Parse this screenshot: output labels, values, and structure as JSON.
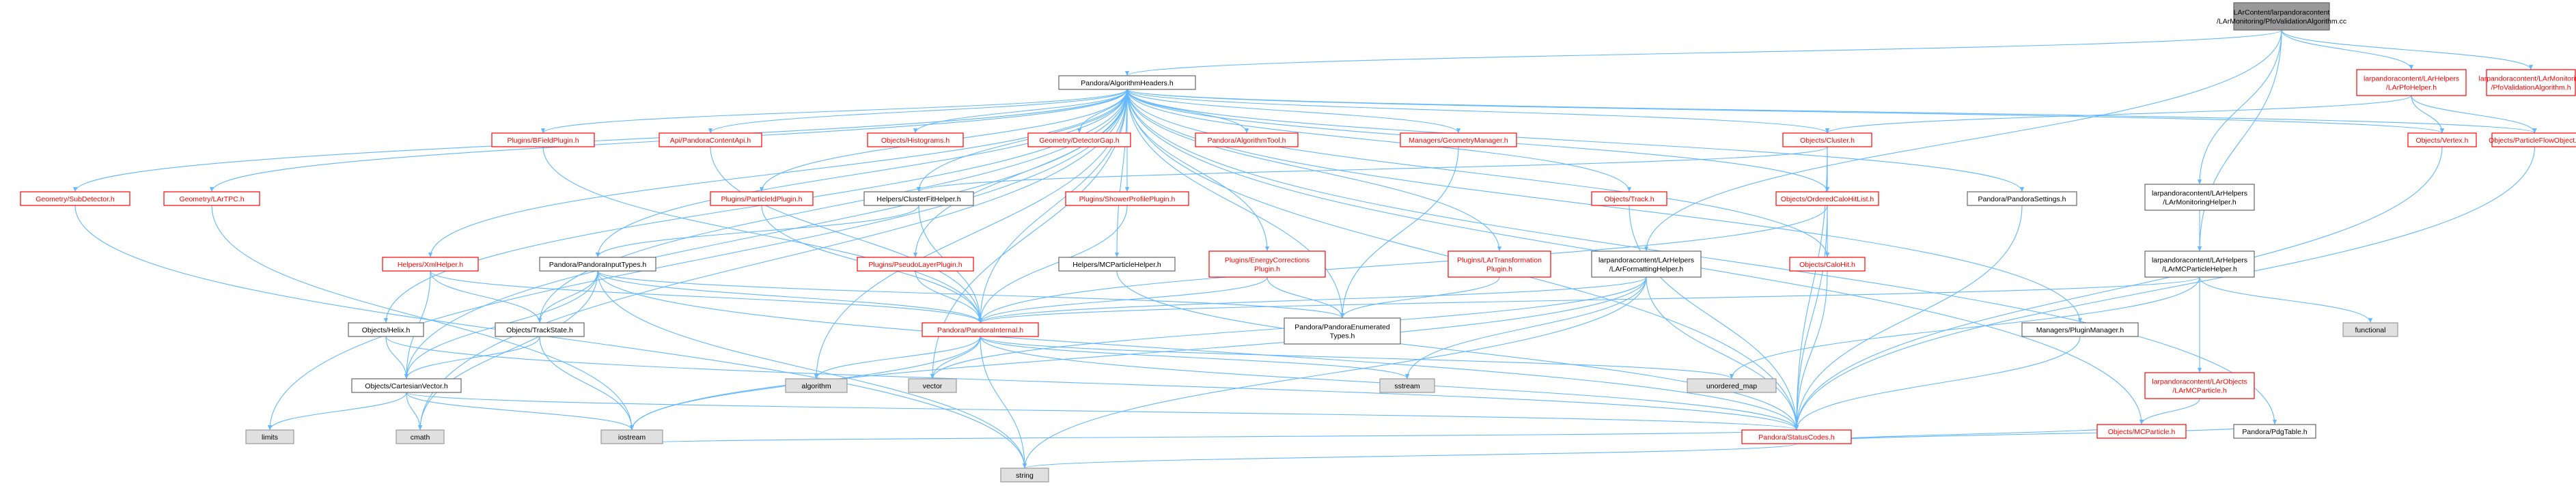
{
  "colors": {
    "edge": "#63b8ff",
    "root_fill": "#999999",
    "root_text": "#000000",
    "project_fill": "#ffffff",
    "project_stroke": "#666666",
    "incomplete_stroke": "#ff0000",
    "incomplete_text": "#ff0000",
    "system_fill": "#e0e0e0",
    "system_stroke": "#999999"
  },
  "nodes": [
    {
      "id": "root",
      "kind": "root",
      "lines": [
        "LArContent/larpandoracontent",
        "/LArMonitoring/PfoValidationAlgorithm.cc"
      ]
    },
    {
      "id": "pah",
      "kind": "project",
      "lines": [
        "Pandora/AlgorithmHeaders.h"
      ]
    },
    {
      "id": "lph",
      "kind": "incomplete",
      "lines": [
        "larpandoracontent/LArHelpers",
        "/LArPfoHelper.h"
      ]
    },
    {
      "id": "pva",
      "kind": "incomplete",
      "lines": [
        "larpandoracontent/LArMonitoring",
        "/PfoValidationAlgorithm.h"
      ]
    },
    {
      "id": "sub",
      "kind": "incomplete",
      "lines": [
        "Geometry/SubDetector.h"
      ]
    },
    {
      "id": "tpc",
      "kind": "incomplete",
      "lines": [
        "Geometry/LArTPC.h"
      ]
    },
    {
      "id": "bfp",
      "kind": "incomplete",
      "lines": [
        "Plugins/BFieldPlugin.h"
      ]
    },
    {
      "id": "api",
      "kind": "incomplete",
      "lines": [
        "Api/PandoraContentApi.h"
      ]
    },
    {
      "id": "his",
      "kind": "incomplete",
      "lines": [
        "Objects/Histograms.h"
      ]
    },
    {
      "id": "gap",
      "kind": "incomplete",
      "lines": [
        "Geometry/DetectorGap.h"
      ]
    },
    {
      "id": "alt",
      "kind": "incomplete",
      "lines": [
        "Pandora/AlgorithmTool.h"
      ]
    },
    {
      "id": "gmm",
      "kind": "incomplete",
      "lines": [
        "Managers/GeometryManager.h"
      ]
    },
    {
      "id": "clu",
      "kind": "incomplete",
      "lines": [
        "Objects/Cluster.h"
      ]
    },
    {
      "id": "vtx",
      "kind": "incomplete",
      "lines": [
        "Objects/Vertex.h"
      ]
    },
    {
      "id": "pfo",
      "kind": "incomplete",
      "lines": [
        "Objects/ParticleFlowObject.h"
      ]
    },
    {
      "id": "pip",
      "kind": "incomplete",
      "lines": [
        "Plugins/ParticleIdPlugin.h"
      ]
    },
    {
      "id": "cfh",
      "kind": "project",
      "lines": [
        "Helpers/ClusterFitHelper.h"
      ]
    },
    {
      "id": "spp",
      "kind": "incomplete",
      "lines": [
        "Plugins/ShowerProfilePlugin.h"
      ]
    },
    {
      "id": "trk",
      "kind": "incomplete",
      "lines": [
        "Objects/Track.h"
      ]
    },
    {
      "id": "och",
      "kind": "incomplete",
      "lines": [
        "Objects/OrderedCaloHitList.h"
      ]
    },
    {
      "id": "pps",
      "kind": "project",
      "lines": [
        "Pandora/PandoraSettings.h"
      ]
    },
    {
      "id": "lmh",
      "kind": "project",
      "lines": [
        "larpandoracontent/LArHelpers",
        "/LArMonitoringHelper.h"
      ]
    },
    {
      "id": "xml",
      "kind": "incomplete",
      "lines": [
        "Helpers/XmlHelper.h"
      ]
    },
    {
      "id": "pit",
      "kind": "project",
      "lines": [
        "Pandora/PandoraInputTypes.h"
      ]
    },
    {
      "id": "plp",
      "kind": "incomplete",
      "lines": [
        "Plugins/PseudoLayerPlugin.h"
      ]
    },
    {
      "id": "mcph",
      "kind": "project",
      "lines": [
        "Helpers/MCParticleHelper.h"
      ]
    },
    {
      "id": "ecp",
      "kind": "incomplete",
      "lines": [
        "Plugins/EnergyCorrections",
        "Plugin.h"
      ]
    },
    {
      "id": "ltp",
      "kind": "incomplete",
      "lines": [
        "Plugins/LArTransformation",
        "Plugin.h"
      ]
    },
    {
      "id": "lfh",
      "kind": "project",
      "lines": [
        "larpandoracontent/LArHelpers",
        "/LArFormattingHelper.h"
      ]
    },
    {
      "id": "cah",
      "kind": "incomplete",
      "lines": [
        "Objects/CaloHit.h"
      ]
    },
    {
      "id": "lmcp",
      "kind": "project",
      "lines": [
        "larpandoracontent/LArHelpers",
        "/LArMCParticleHelper.h"
      ]
    },
    {
      "id": "hlx",
      "kind": "project",
      "lines": [
        "Objects/Helix.h"
      ]
    },
    {
      "id": "tst",
      "kind": "project",
      "lines": [
        "Objects/TrackState.h"
      ]
    },
    {
      "id": "pin",
      "kind": "incomplete",
      "lines": [
        "Pandora/PandoraInternal.h"
      ]
    },
    {
      "id": "pet",
      "kind": "project",
      "lines": [
        "Pandora/PandoraEnumerated",
        "Types.h"
      ]
    },
    {
      "id": "pmm",
      "kind": "project",
      "lines": [
        "Managers/PluginManager.h"
      ]
    },
    {
      "id": "lmo",
      "kind": "incomplete",
      "lines": [
        "larpandoracontent/LArObjects",
        "/LArMCParticle.h"
      ]
    },
    {
      "id": "fun",
      "kind": "system",
      "lines": [
        "functional"
      ]
    },
    {
      "id": "alg",
      "kind": "system",
      "lines": [
        "algorithm"
      ]
    },
    {
      "id": "vec",
      "kind": "system",
      "lines": [
        "vector"
      ]
    },
    {
      "id": "sst",
      "kind": "system",
      "lines": [
        "sstream"
      ]
    },
    {
      "id": "umap",
      "kind": "system",
      "lines": [
        "unordered_map"
      ]
    },
    {
      "id": "cv",
      "kind": "project",
      "lines": [
        "Objects/CartesianVector.h"
      ]
    },
    {
      "id": "mcp",
      "kind": "incomplete",
      "lines": [
        "Objects/MCParticle.h"
      ]
    },
    {
      "id": "ppt",
      "kind": "project",
      "lines": [
        "Pandora/PdgTable.h"
      ]
    },
    {
      "id": "lim",
      "kind": "system",
      "lines": [
        "limits"
      ]
    },
    {
      "id": "cma",
      "kind": "system",
      "lines": [
        "cmath"
      ]
    },
    {
      "id": "ios",
      "kind": "system",
      "lines": [
        "iostream"
      ]
    },
    {
      "id": "psc",
      "kind": "incomplete",
      "lines": [
        "Pandora/StatusCodes.h"
      ]
    },
    {
      "id": "str",
      "kind": "system",
      "lines": [
        "string"
      ]
    }
  ],
  "edges": [
    [
      "root",
      "pah"
    ],
    [
      "root",
      "lph"
    ],
    [
      "root",
      "pva"
    ],
    [
      "root",
      "lmh"
    ],
    [
      "root",
      "lfh"
    ],
    [
      "root",
      "lmcp"
    ],
    [
      "pah",
      "sub"
    ],
    [
      "pah",
      "tpc"
    ],
    [
      "pah",
      "bfp"
    ],
    [
      "pah",
      "api"
    ],
    [
      "pah",
      "his"
    ],
    [
      "pah",
      "gap"
    ],
    [
      "pah",
      "alt"
    ],
    [
      "pah",
      "gmm"
    ],
    [
      "pah",
      "clu"
    ],
    [
      "pah",
      "vtx"
    ],
    [
      "pah",
      "pfo"
    ],
    [
      "pah",
      "pip"
    ],
    [
      "pah",
      "cfh"
    ],
    [
      "pah",
      "spp"
    ],
    [
      "pah",
      "trk"
    ],
    [
      "pah",
      "och"
    ],
    [
      "pah",
      "pps"
    ],
    [
      "pah",
      "xml"
    ],
    [
      "pah",
      "pit"
    ],
    [
      "pah",
      "plp"
    ],
    [
      "pah",
      "mcph"
    ],
    [
      "pah",
      "ecp"
    ],
    [
      "pah",
      "ltp"
    ],
    [
      "pah",
      "cah"
    ],
    [
      "pah",
      "hlx"
    ],
    [
      "pah",
      "tst"
    ],
    [
      "pah",
      "pin"
    ],
    [
      "pah",
      "pet"
    ],
    [
      "pah",
      "pmm"
    ],
    [
      "pah",
      "cv"
    ],
    [
      "pah",
      "mcp"
    ],
    [
      "pah",
      "ppt"
    ],
    [
      "pah",
      "lim"
    ],
    [
      "pah",
      "cma"
    ],
    [
      "pah",
      "psc"
    ],
    [
      "pah",
      "alg"
    ],
    [
      "pah",
      "vec"
    ],
    [
      "lph",
      "clu"
    ],
    [
      "lph",
      "vtx"
    ],
    [
      "lph",
      "pfo"
    ],
    [
      "sub",
      "str"
    ],
    [
      "tpc",
      "ios"
    ],
    [
      "bfp",
      "pin"
    ],
    [
      "api",
      "pin"
    ],
    [
      "pip",
      "pin"
    ],
    [
      "spp",
      "pin"
    ],
    [
      "plp",
      "pin"
    ],
    [
      "ecp",
      "pin"
    ],
    [
      "ltp",
      "pet"
    ],
    [
      "ecp",
      "pet"
    ],
    [
      "gmm",
      "pet"
    ],
    [
      "cfh",
      "pit"
    ],
    [
      "cfh",
      "pin"
    ],
    [
      "clu",
      "cfh"
    ],
    [
      "clu",
      "och"
    ],
    [
      "clu",
      "psc"
    ],
    [
      "och",
      "cah"
    ],
    [
      "och",
      "pin"
    ],
    [
      "och",
      "psc"
    ],
    [
      "trk",
      "psc"
    ],
    [
      "pps",
      "psc"
    ],
    [
      "cah",
      "psc"
    ],
    [
      "vtx",
      "psc"
    ],
    [
      "pfo",
      "psc"
    ],
    [
      "lmh",
      "lmcp"
    ],
    [
      "lmcp",
      "lmo"
    ],
    [
      "lmcp",
      "fun"
    ],
    [
      "lmcp",
      "pin"
    ],
    [
      "lmcp",
      "umap"
    ],
    [
      "lmo",
      "mcp"
    ],
    [
      "xml",
      "pin"
    ],
    [
      "xml",
      "tst"
    ],
    [
      "xml",
      "cv"
    ],
    [
      "pit",
      "pin"
    ],
    [
      "pit",
      "cv"
    ],
    [
      "pit",
      "tst"
    ],
    [
      "pit",
      "pet"
    ],
    [
      "pit",
      "cma"
    ],
    [
      "pit",
      "str"
    ],
    [
      "pit",
      "psc"
    ],
    [
      "mcph",
      "psc"
    ],
    [
      "lfh",
      "pin"
    ],
    [
      "lfh",
      "sst"
    ],
    [
      "lfh",
      "psc"
    ],
    [
      "lfh",
      "ios"
    ],
    [
      "lfh",
      "vec"
    ],
    [
      "lfh",
      "str"
    ],
    [
      "hlx",
      "cv"
    ],
    [
      "hlx",
      "psc"
    ],
    [
      "tst",
      "cv"
    ],
    [
      "tst",
      "ios"
    ],
    [
      "pin",
      "alg"
    ],
    [
      "pin",
      "vec"
    ],
    [
      "pin",
      "sst"
    ],
    [
      "pin",
      "umap"
    ],
    [
      "pin",
      "str"
    ],
    [
      "pin",
      "psc"
    ],
    [
      "pin",
      "ios"
    ],
    [
      "pmm",
      "psc"
    ],
    [
      "mcp",
      "psc"
    ],
    [
      "ppt",
      "psc"
    ],
    [
      "cv",
      "lim"
    ],
    [
      "cv",
      "cma"
    ],
    [
      "cv",
      "ios"
    ],
    [
      "cv",
      "psc"
    ],
    [
      "psc",
      "str"
    ],
    [
      "psc",
      "ios"
    ]
  ]
}
